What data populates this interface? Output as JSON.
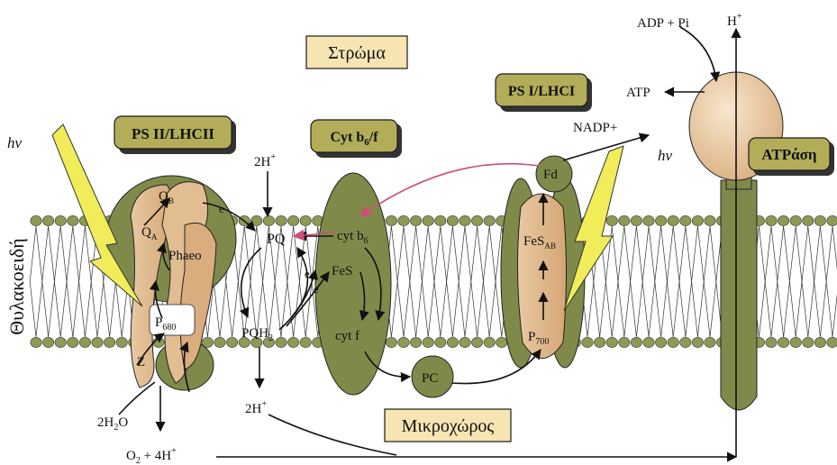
{
  "labels": {
    "stroma": "Στρώμα",
    "lumen": "Μικροχώρος",
    "thylakoid": "Θυλακοειδή",
    "ps2": "PS II/LHCII",
    "cytb6f_main": "Cyt b",
    "cytb6f_sub": "6",
    "cytb6f_tail": "/f",
    "ps1": "PS I/LHCI",
    "atpase": "ATPάση"
  },
  "molecules": {
    "hv_left": "hν",
    "hv_right": "hν",
    "adp_pi": "ADP + Pi",
    "atp": "ATP",
    "h_plus_top": "H",
    "nadp": "NADP+",
    "two_h_top": "2H",
    "two_h_bottom": "2H",
    "water_pre": "2H",
    "water_sub": "2",
    "water_post": "O",
    "oxygen_pre": "O",
    "oxygen_sub": "2",
    "oxygen_post": " + 4H",
    "plus_sign": "+",
    "e": "e",
    "e_minus": "e"
  },
  "components": {
    "qb": "Q",
    "qb_sub": "B",
    "qa": "Q",
    "qa_sub": "A",
    "phaeo": "Phaeo",
    "p680": "P",
    "p680_sub": "680",
    "z": "Z",
    "pq": "PQ",
    "pqh2": "PQH",
    "pqh2_sub": "2",
    "cytb6": "cyt b",
    "cytb6_sub": "6",
    "fes": "FeS",
    "cytf": "cyt f",
    "pc": "PC",
    "fd": "Fd",
    "fesab": "FeS",
    "fesab_sub": "AB",
    "p700": "P",
    "p700_sub": "700"
  },
  "colors": {
    "protein_green": "#7f8a4a",
    "protein_green_dark": "#5d6a31",
    "label_fill": "#b3ad5a",
    "title_fill": "#f6e4b3",
    "tan": "#e6c49d",
    "tan_dark": "#cfa070",
    "lightning": "#f0ec5a",
    "membrane_bead": "#8c9a55",
    "arrow_pink": "#cc4f78"
  }
}
